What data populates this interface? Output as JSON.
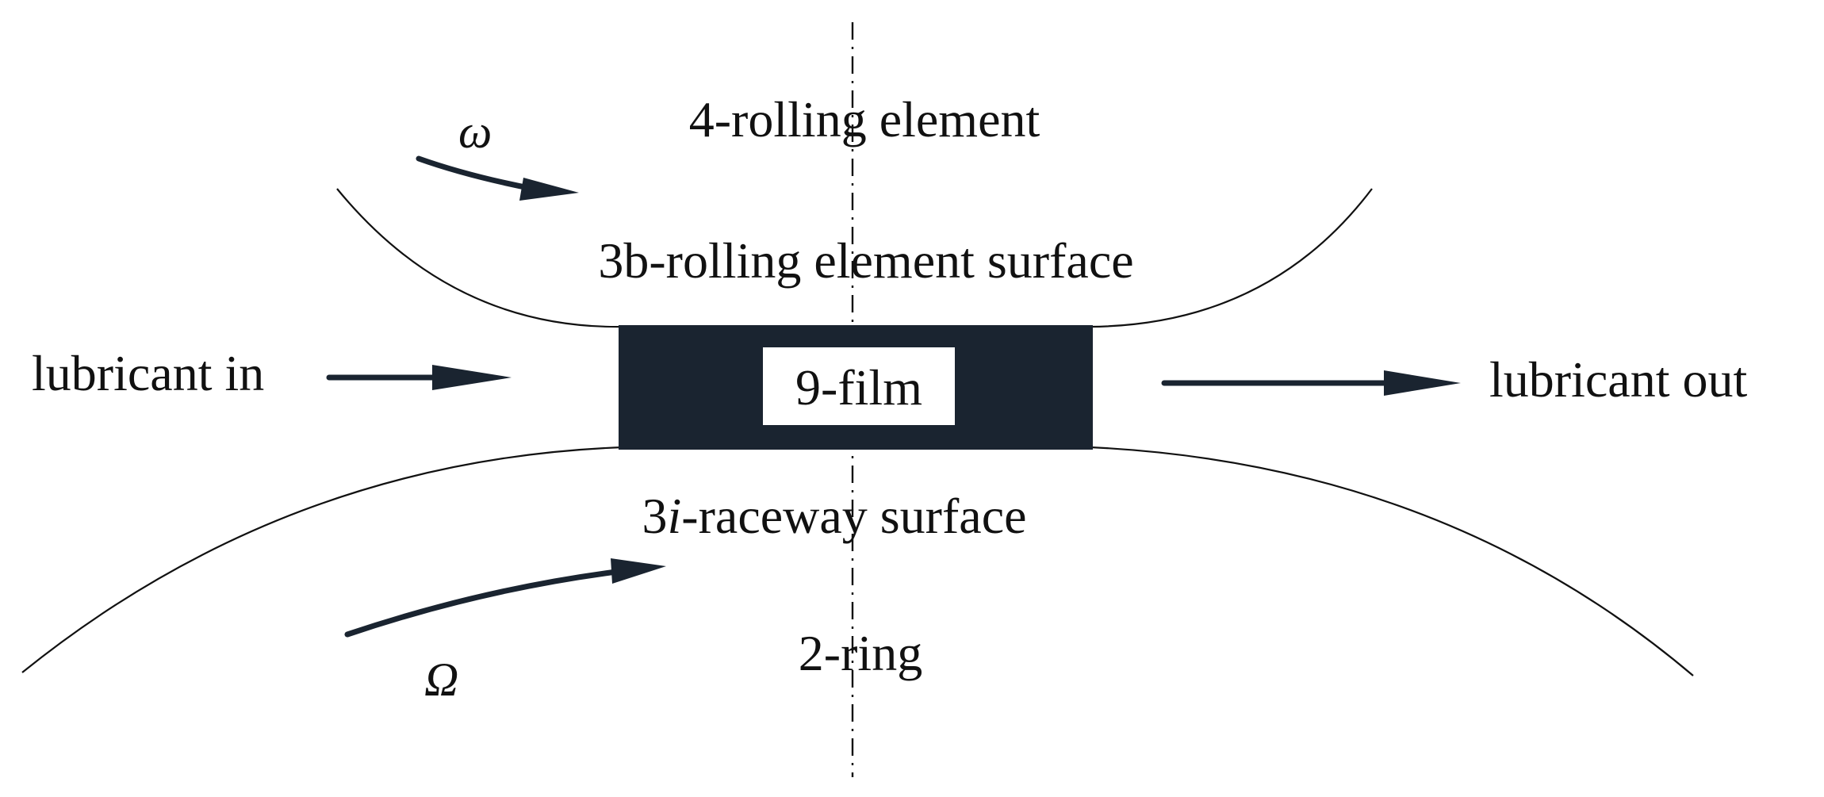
{
  "colors": {
    "ink": "#111111",
    "film_fill": "#1a2430",
    "background": "#ffffff",
    "film_label_box": "#ffffff"
  },
  "labels": {
    "rolling_element": "4-rolling element",
    "rolling_element_surface": "3b-rolling element surface",
    "raceway_surface_prefix": "3",
    "raceway_surface_italic": "i",
    "raceway_surface_suffix": "-raceway surface",
    "ring": "2-ring",
    "film": "9-film",
    "lubricant_in": "lubricant in",
    "lubricant_out": "lubricant out",
    "omega_small": "ω",
    "omega_capital": "Ω"
  }
}
